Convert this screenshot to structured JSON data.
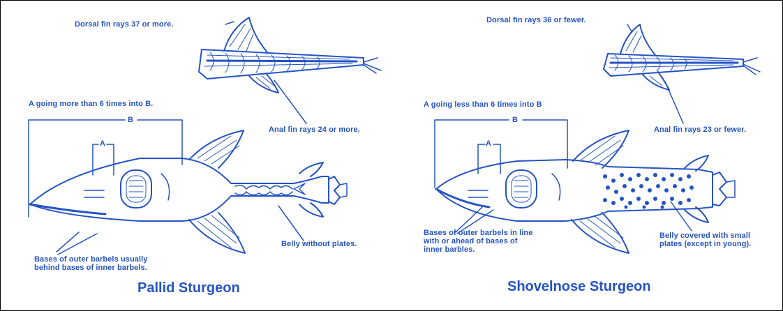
{
  "colors": {
    "ink": "#2453c4",
    "frame": "#000000",
    "background": "#ffffff"
  },
  "pallid": {
    "dorsal_label": "Dorsal fin rays 37 or more.",
    "ratio_label": "A going more than 6 times into B.",
    "anal_label": "Anal fin rays 24 or more.",
    "marker_b": "B",
    "marker_a": "A",
    "barbel_label_line1": "Bases of outer barbels usually",
    "barbel_label_line2": "behind bases of inner barbels.",
    "belly_label": "Belly without plates.",
    "title": "Pallid Sturgeon"
  },
  "shovelnose": {
    "dorsal_label": "Dorsal fin rays 36 or fewer.",
    "ratio_label": "A going less than 6 times into B",
    "anal_label": "Anal fin rays 23 or fewer.",
    "marker_b": "B",
    "marker_a": "A",
    "barbel_label_line1": "Bases of outer barbels in line",
    "barbel_label_line2": "with or ahead of bases of",
    "barbel_label_line3": "inner barbles.",
    "belly_label_line1": "Belly covered with small",
    "belly_label_line2": "plates (except in young).",
    "title": "Shovelnose Sturgeon"
  }
}
